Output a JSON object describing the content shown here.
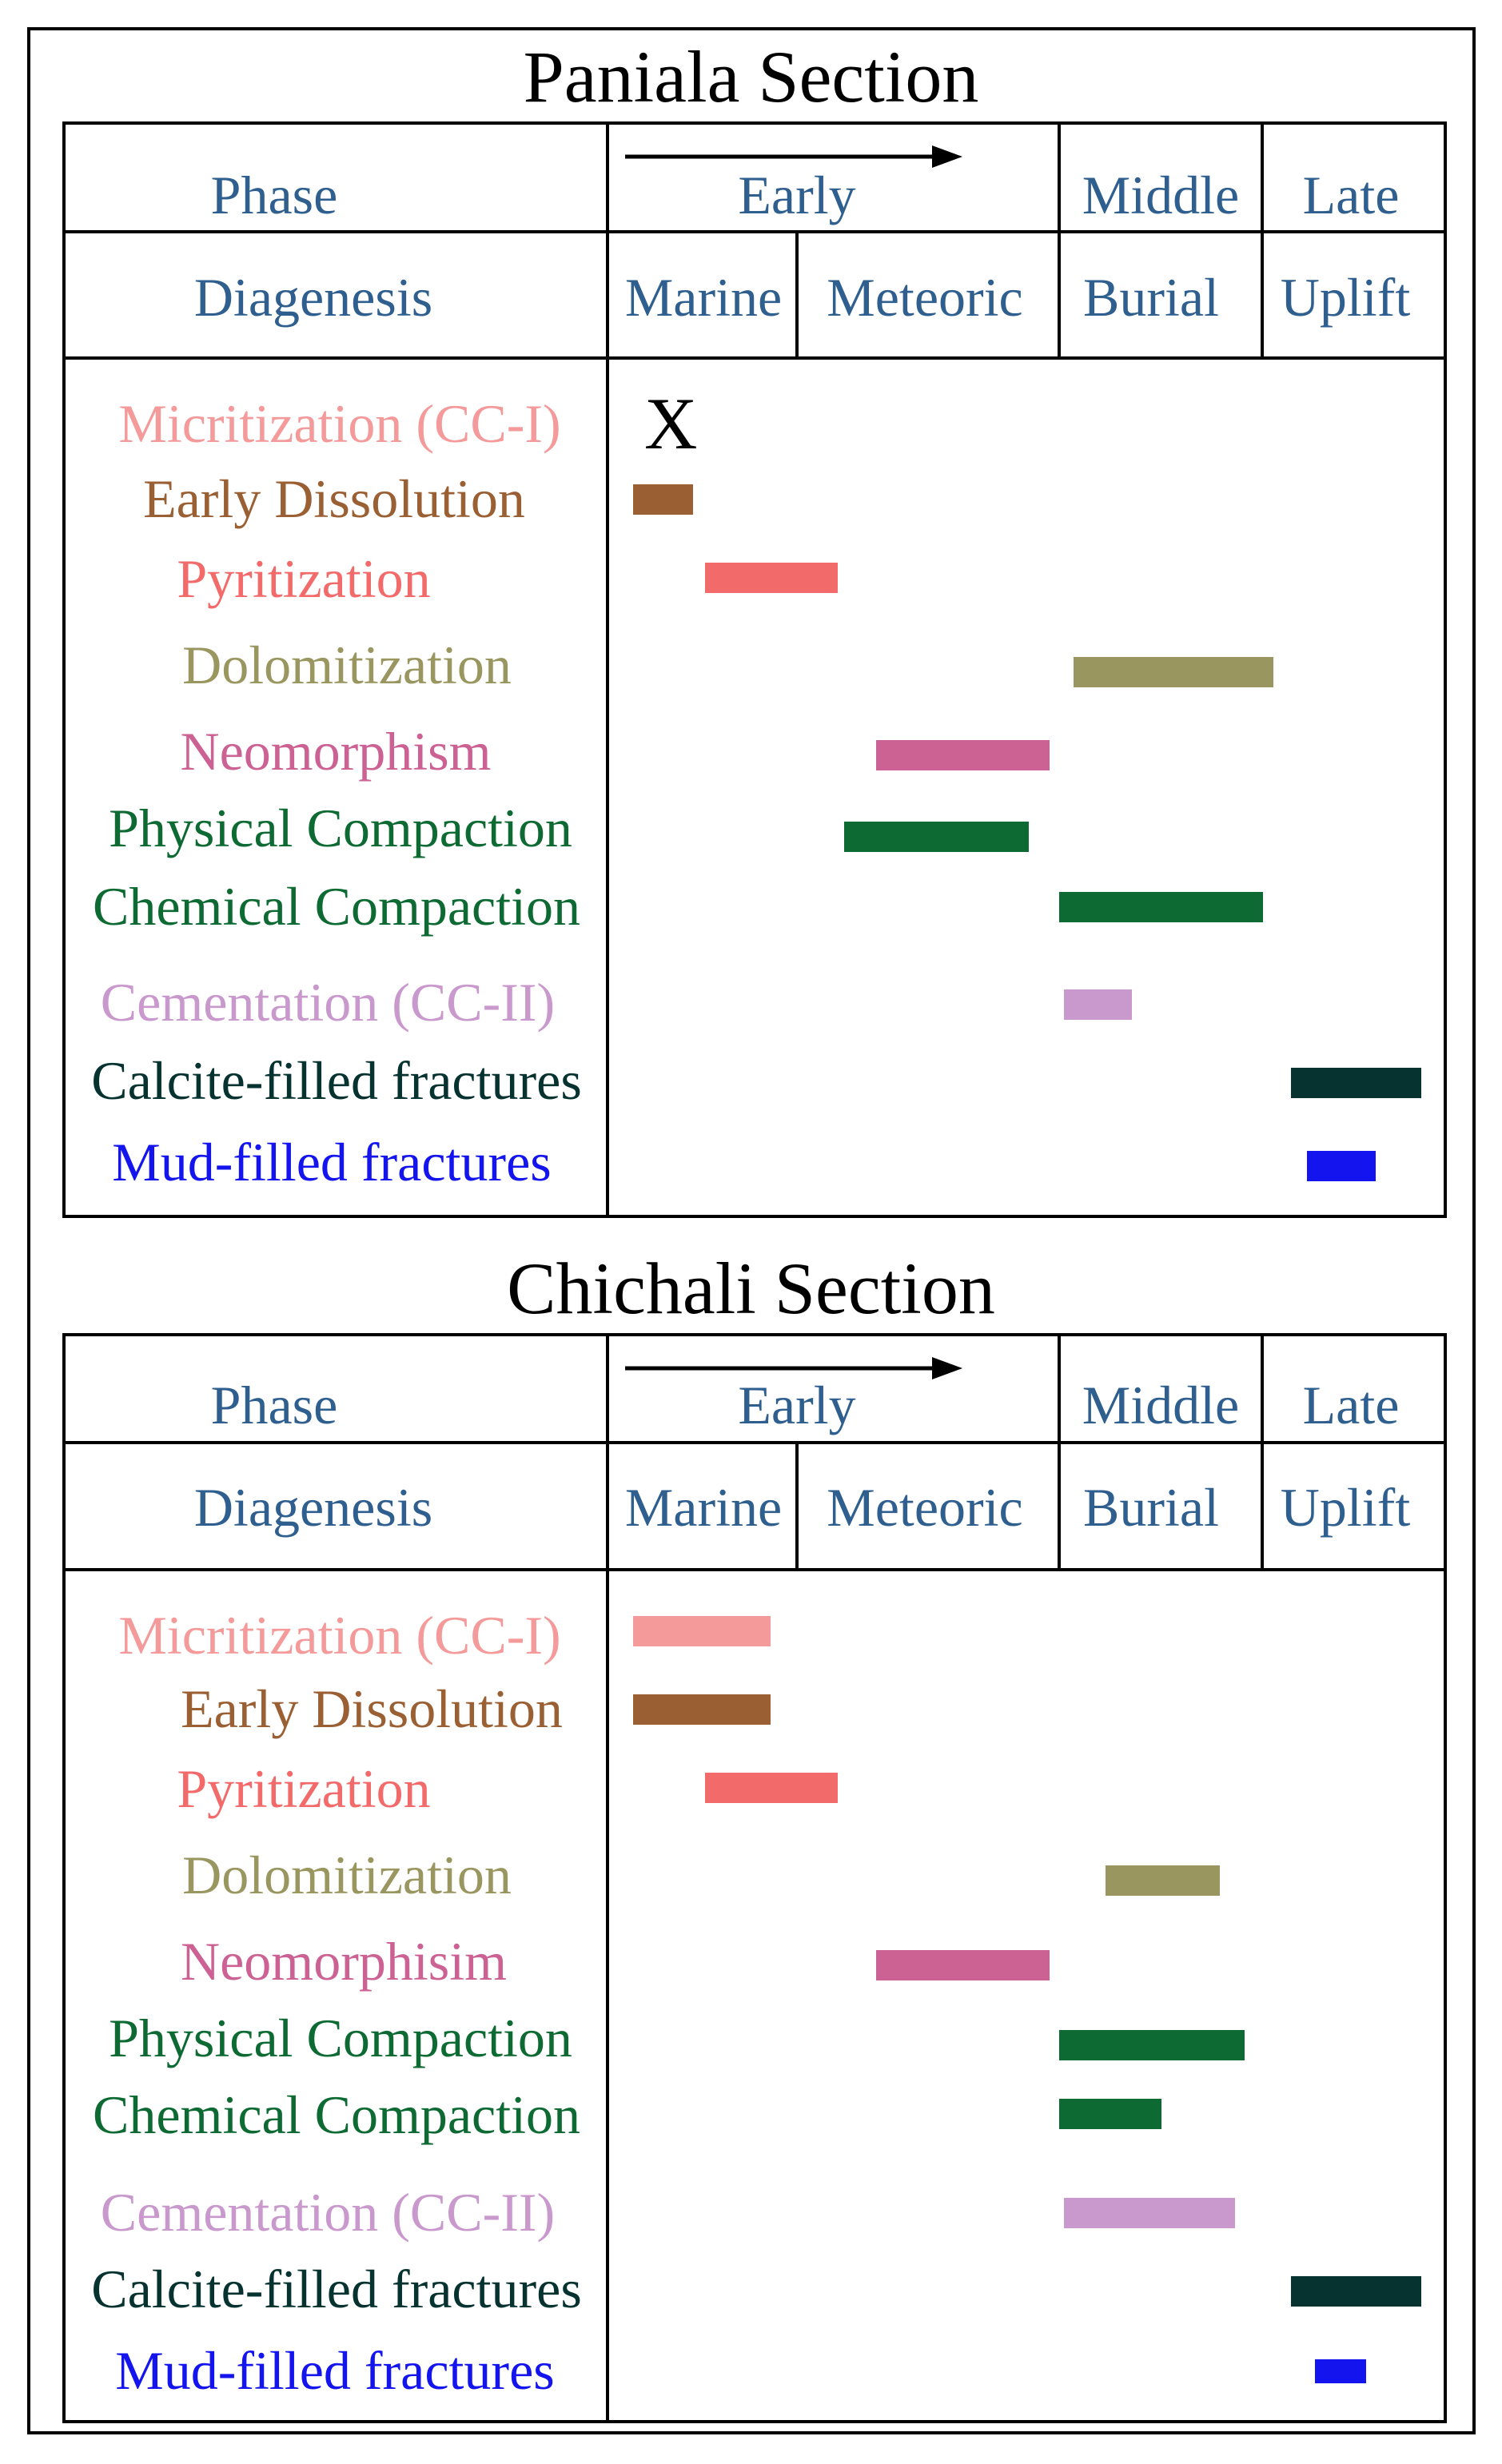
{
  "headers": {
    "phase": "Phase",
    "early": "Early",
    "middle": "Middle",
    "late": "Late",
    "diagenesis": "Diagenesis",
    "marine": "Marine",
    "meteoric": "Meteoric",
    "burial": "Burial",
    "uplift": "Uplift"
  },
  "sections": [
    {
      "title": "Paniala Section",
      "processes": [
        {
          "label": "Micritization (CC-I)",
          "color": "#f49a9a",
          "mark": "X"
        },
        {
          "label": "Early Dissolution",
          "color": "#9a6034"
        },
        {
          "label": "Pyritization",
          "color": "#f26a6a"
        },
        {
          "label": "Dolomitization",
          "color": "#9a9660"
        },
        {
          "label": "Neomorphism",
          "color": "#cc6294"
        },
        {
          "label": "Physical Compaction",
          "color": "#0c6a32"
        },
        {
          "label": "Chemical Compaction",
          "color": "#0c6a32"
        },
        {
          "label": "Cementation (CC-II)",
          "color": "#c998cc"
        },
        {
          "label": "Calcite-filled fractures",
          "color": "#063230"
        },
        {
          "label": "Mud-filled fractures",
          "color": "#1414ee"
        }
      ]
    },
    {
      "title": "Chichali Section",
      "processes": [
        {
          "label": "Micritization (CC-I)",
          "color": "#f49a9a"
        },
        {
          "label": "Early Dissolution",
          "color": "#9a6034"
        },
        {
          "label": "Pyritization",
          "color": "#f26a6a"
        },
        {
          "label": "Dolomitization",
          "color": "#9a9660"
        },
        {
          "label": "Neomorphisim",
          "color": "#cc6294"
        },
        {
          "label": "Physical Compaction",
          "color": "#0c6a32"
        },
        {
          "label": "Chemical Compaction",
          "color": "#0c6a32"
        },
        {
          "label": "Cementation (CC-II)",
          "color": "#c998cc"
        },
        {
          "label": "Calcite-filled fractures",
          "color": "#063230"
        },
        {
          "label": "Mud-filled fractures",
          "color": "#1414ee"
        }
      ]
    }
  ]
}
